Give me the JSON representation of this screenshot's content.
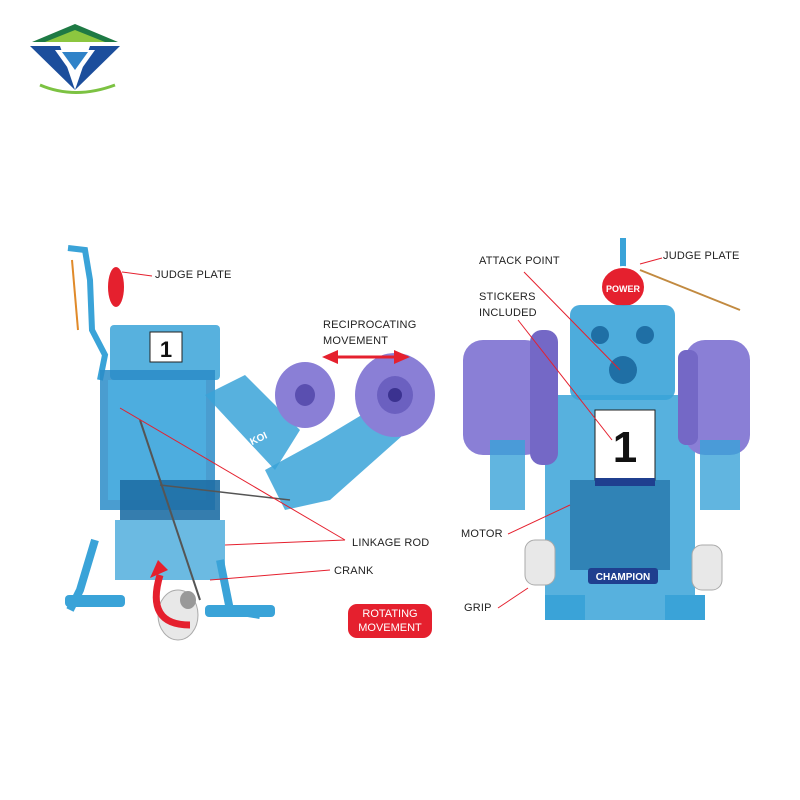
{
  "colors": {
    "toy_blue": "#3aa3d8",
    "toy_blue_dark": "#1f6fa5",
    "wheel_purple": "#8a7fd6",
    "arrow_red": "#e5202e",
    "label_text": "#222222"
  },
  "logo": {
    "icon": "diamond-v-logo-icon"
  },
  "left_robot": {
    "number": "1",
    "badge": "KOI",
    "labels": {
      "judge_plate": "JUDGE PLATE",
      "reciprocating_line1": "RECIPROCATING",
      "reciprocating_line2": "MOVEMENT",
      "linkage_rod": "LINKAGE ROD",
      "crank": "CRANK",
      "rotating_line1": "ROTATING",
      "rotating_line2": "MOVEMENT"
    }
  },
  "right_robot": {
    "number": "1",
    "power_plate": "POWER",
    "champion_badge": "CHAMPION",
    "labels": {
      "attack_point": "ATTACK POINT",
      "judge_plate": "JUDGE PLATE",
      "stickers_line1": "STICKERS",
      "stickers_line2": "INCLUDED",
      "motor": "MOTOR",
      "grip": "GRIP"
    }
  }
}
